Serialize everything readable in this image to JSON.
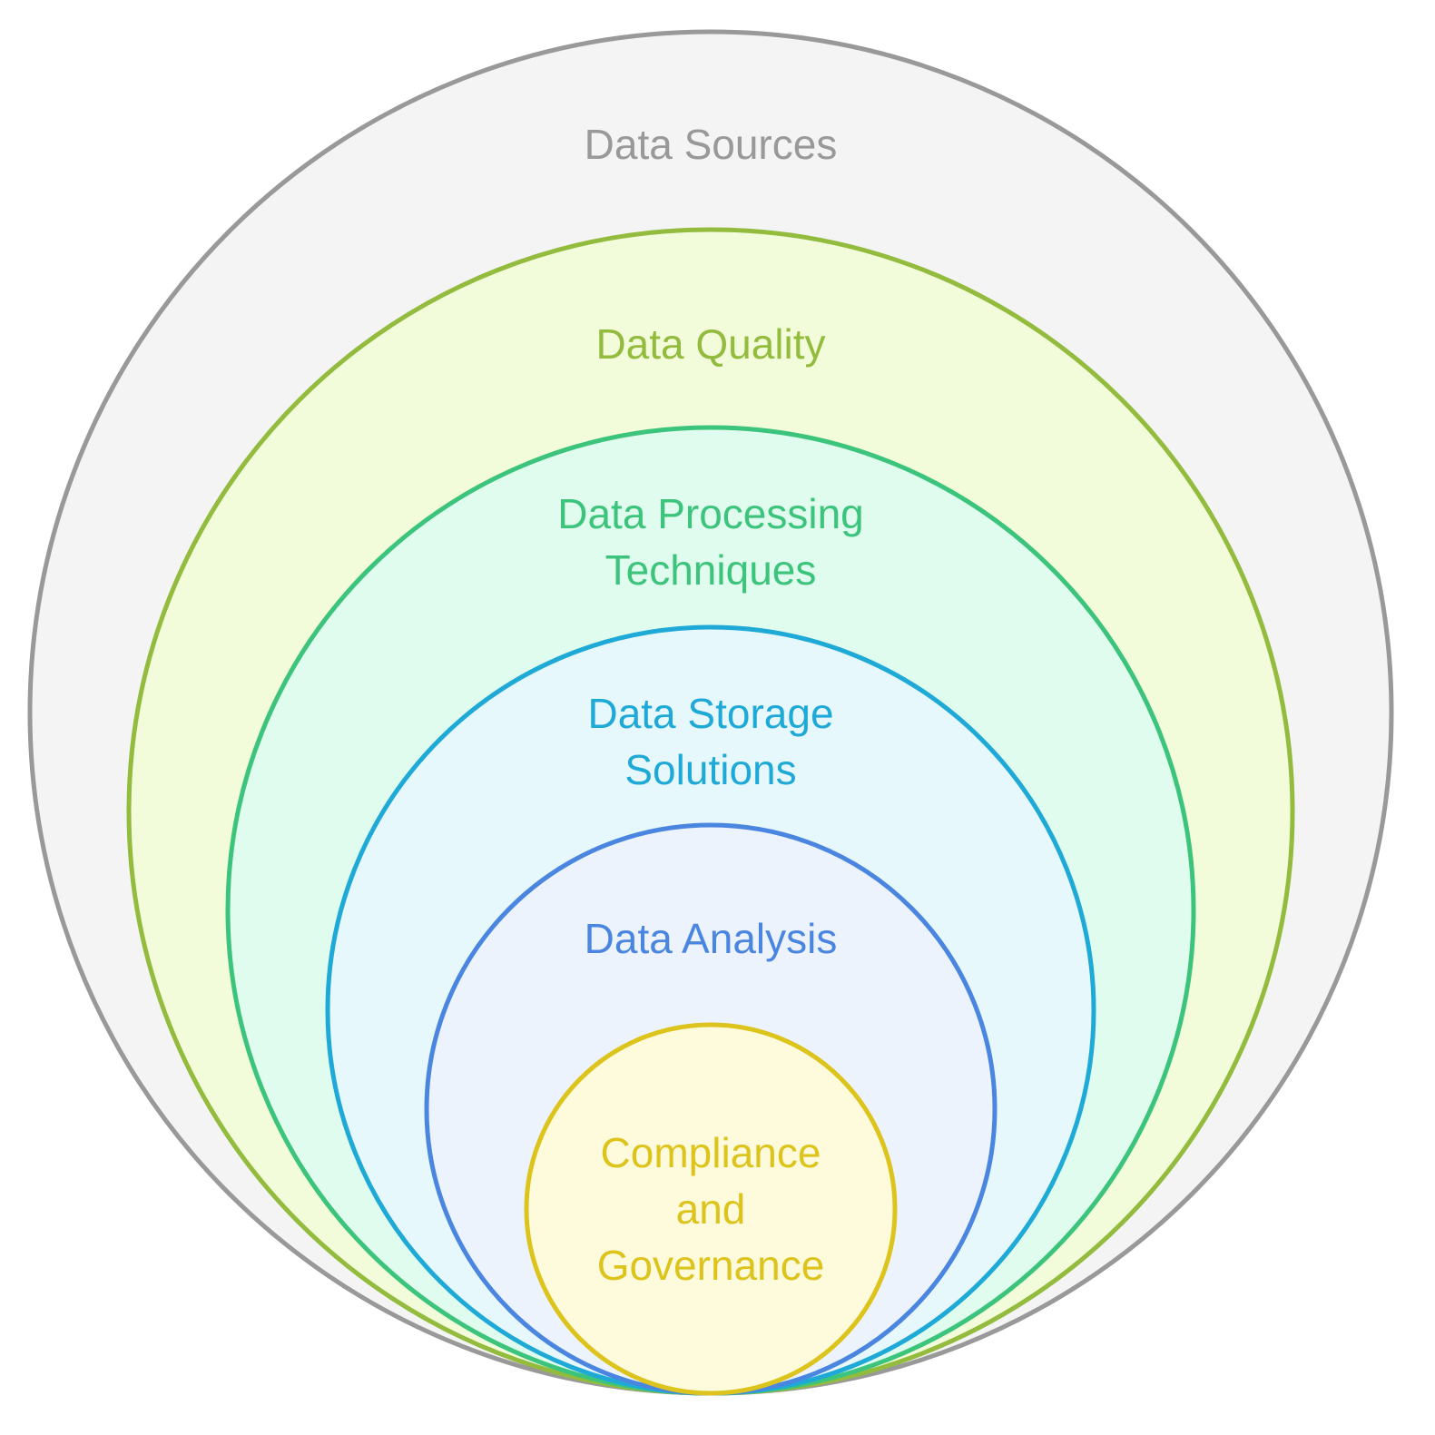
{
  "rings": [
    {
      "id": "data-sources",
      "lines": [
        "Data Sources"
      ],
      "stroke": "#999999",
      "fill": "#f4f4f4",
      "text_color": "#999999"
    },
    {
      "id": "data-quality",
      "lines": [
        "Data Quality"
      ],
      "stroke": "#93bb3d",
      "fill": "#f2fcdb",
      "text_color": "#93bb3d"
    },
    {
      "id": "data-processing-techniques",
      "lines": [
        "Data Processing",
        "Techniques"
      ],
      "stroke": "#3dc47c",
      "fill": "#e0fcee",
      "text_color": "#3dc47c"
    },
    {
      "id": "data-storage-solutions",
      "lines": [
        "Data Storage",
        "Solutions"
      ],
      "stroke": "#1fa9d6",
      "fill": "#e6f8fc",
      "text_color": "#1fa9d6"
    },
    {
      "id": "data-analysis",
      "lines": [
        "Data Analysis"
      ],
      "stroke": "#4a86e0",
      "fill": "#ecf3fd",
      "text_color": "#4a86e0"
    },
    {
      "id": "compliance-and-governance",
      "lines": [
        "Compliance",
        "and",
        "Governance"
      ],
      "stroke": "#dcc41c",
      "fill": "#fefadc",
      "text_color": "#dcc41c"
    }
  ]
}
